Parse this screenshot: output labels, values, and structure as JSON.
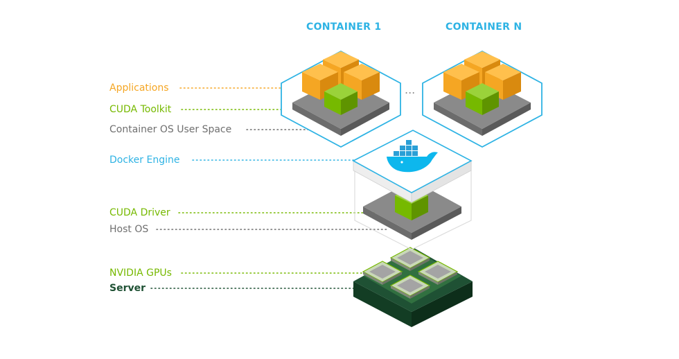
{
  "containers": {
    "first_title": "CONTAINER 1",
    "last_title": "CONTAINER N",
    "ellipsis": "..."
  },
  "layers": {
    "applications": "Applications",
    "cuda_toolkit": "CUDA Toolkit",
    "container_os": "Container OS User Space",
    "docker_engine": "Docker Engine",
    "cuda_driver": "CUDA Driver",
    "host_os": "Host OS",
    "nvidia_gpus": "NVIDIA GPUs",
    "server": "Server"
  },
  "colors": {
    "orange": "#f5a623",
    "green": "#76b900",
    "blue": "#2eb3e4",
    "gray": "#8a8a8a",
    "server_green": "#1f5134"
  }
}
